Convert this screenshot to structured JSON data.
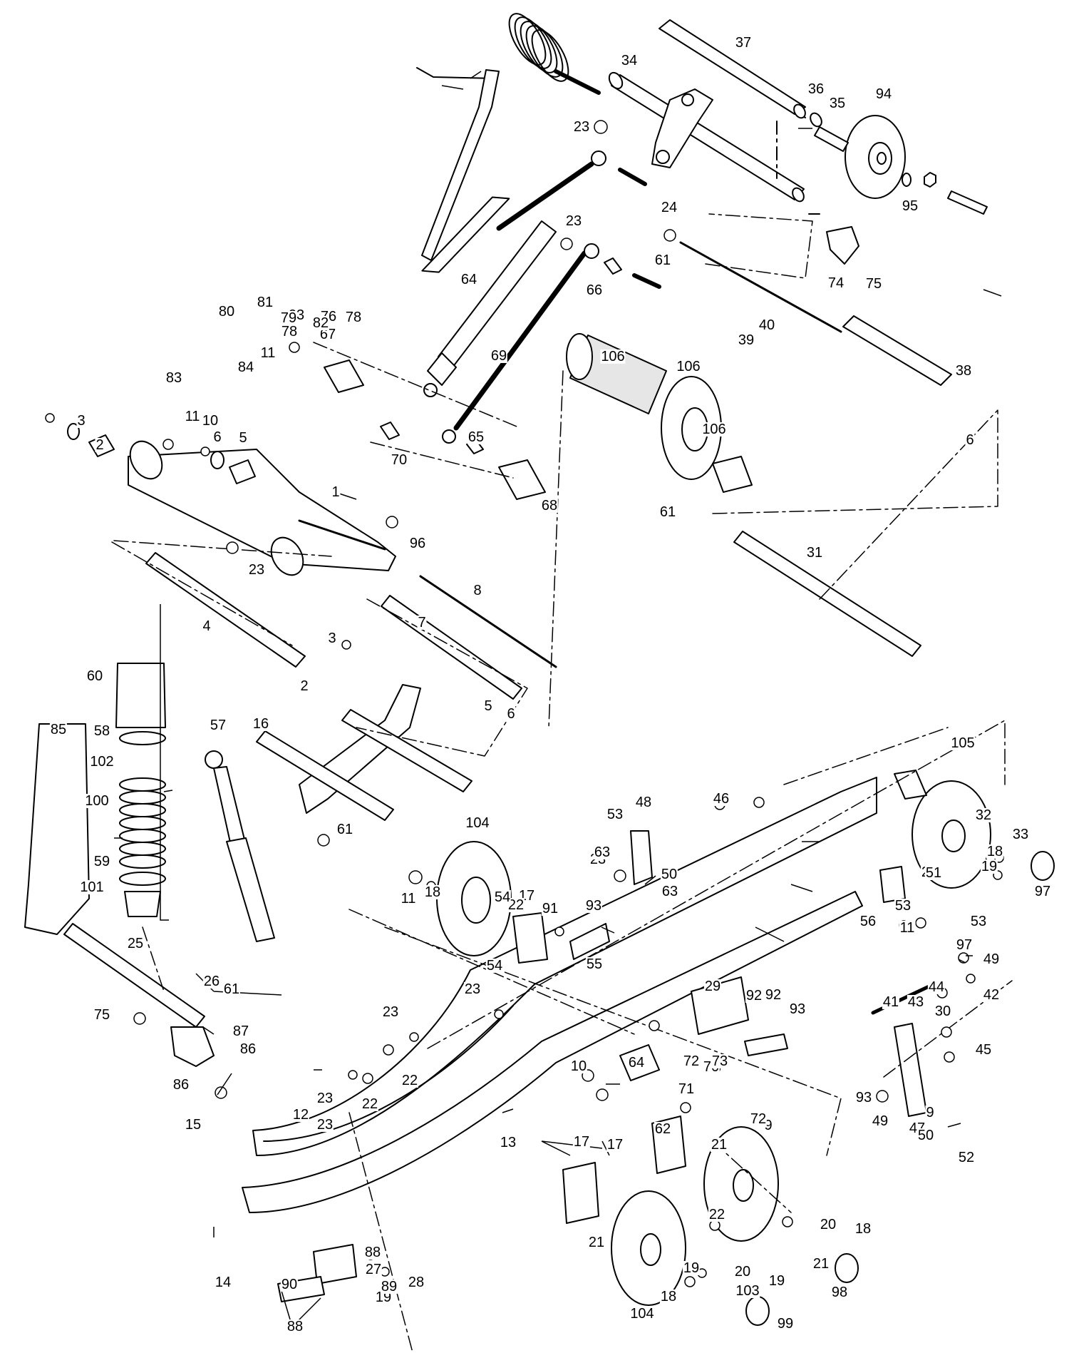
{
  "diagram": {
    "type": "exploded parts diagram",
    "colors": {
      "line": "#000000",
      "part_fill": "#ffffff",
      "shade": "#e6e6e6",
      "background": "#ffffff"
    },
    "callouts": [
      "1",
      "2",
      "2",
      "3",
      "3",
      "4",
      "5",
      "5",
      "6",
      "6",
      "6",
      "7",
      "8",
      "9",
      "9",
      "10",
      "10",
      "11",
      "11",
      "11",
      "11",
      "11",
      "12",
      "13",
      "14",
      "15",
      "16",
      "17",
      "17",
      "17",
      "18",
      "18",
      "18",
      "18",
      "19",
      "19",
      "19",
      "19",
      "20",
      "20",
      "21",
      "21",
      "21",
      "22",
      "22",
      "22",
      "22",
      "23",
      "23",
      "23",
      "23",
      "23",
      "23",
      "23",
      "23",
      "23",
      "23",
      "24",
      "25",
      "26",
      "27",
      "28",
      "29",
      "29",
      "30",
      "31",
      "32",
      "33",
      "34",
      "35",
      "36",
      "37",
      "38",
      "39",
      "40",
      "41",
      "42",
      "43",
      "44",
      "45",
      "46",
      "47",
      "48",
      "49",
      "49",
      "50",
      "50",
      "51",
      "52",
      "53",
      "53",
      "53",
      "54",
      "54",
      "55",
      "56",
      "57",
      "58",
      "59",
      "60",
      "61",
      "61",
      "61",
      "61",
      "62",
      "63",
      "63",
      "64",
      "64",
      "65",
      "66",
      "67",
      "68",
      "69",
      "70",
      "70",
      "71",
      "72",
      "72",
      "73",
      "74",
      "75",
      "75",
      "76",
      "77",
      "78",
      "78",
      "79",
      "80",
      "81",
      "82",
      "83",
      "84",
      "85",
      "86",
      "86",
      "87",
      "88",
      "88",
      "89",
      "90",
      "91",
      "92",
      "92",
      "93",
      "93",
      "93",
      "94",
      "95",
      "96",
      "97",
      "97",
      "98",
      "99",
      "100",
      "101",
      "102",
      "103",
      "104",
      "104",
      "105",
      "106",
      "106",
      "106"
    ]
  }
}
